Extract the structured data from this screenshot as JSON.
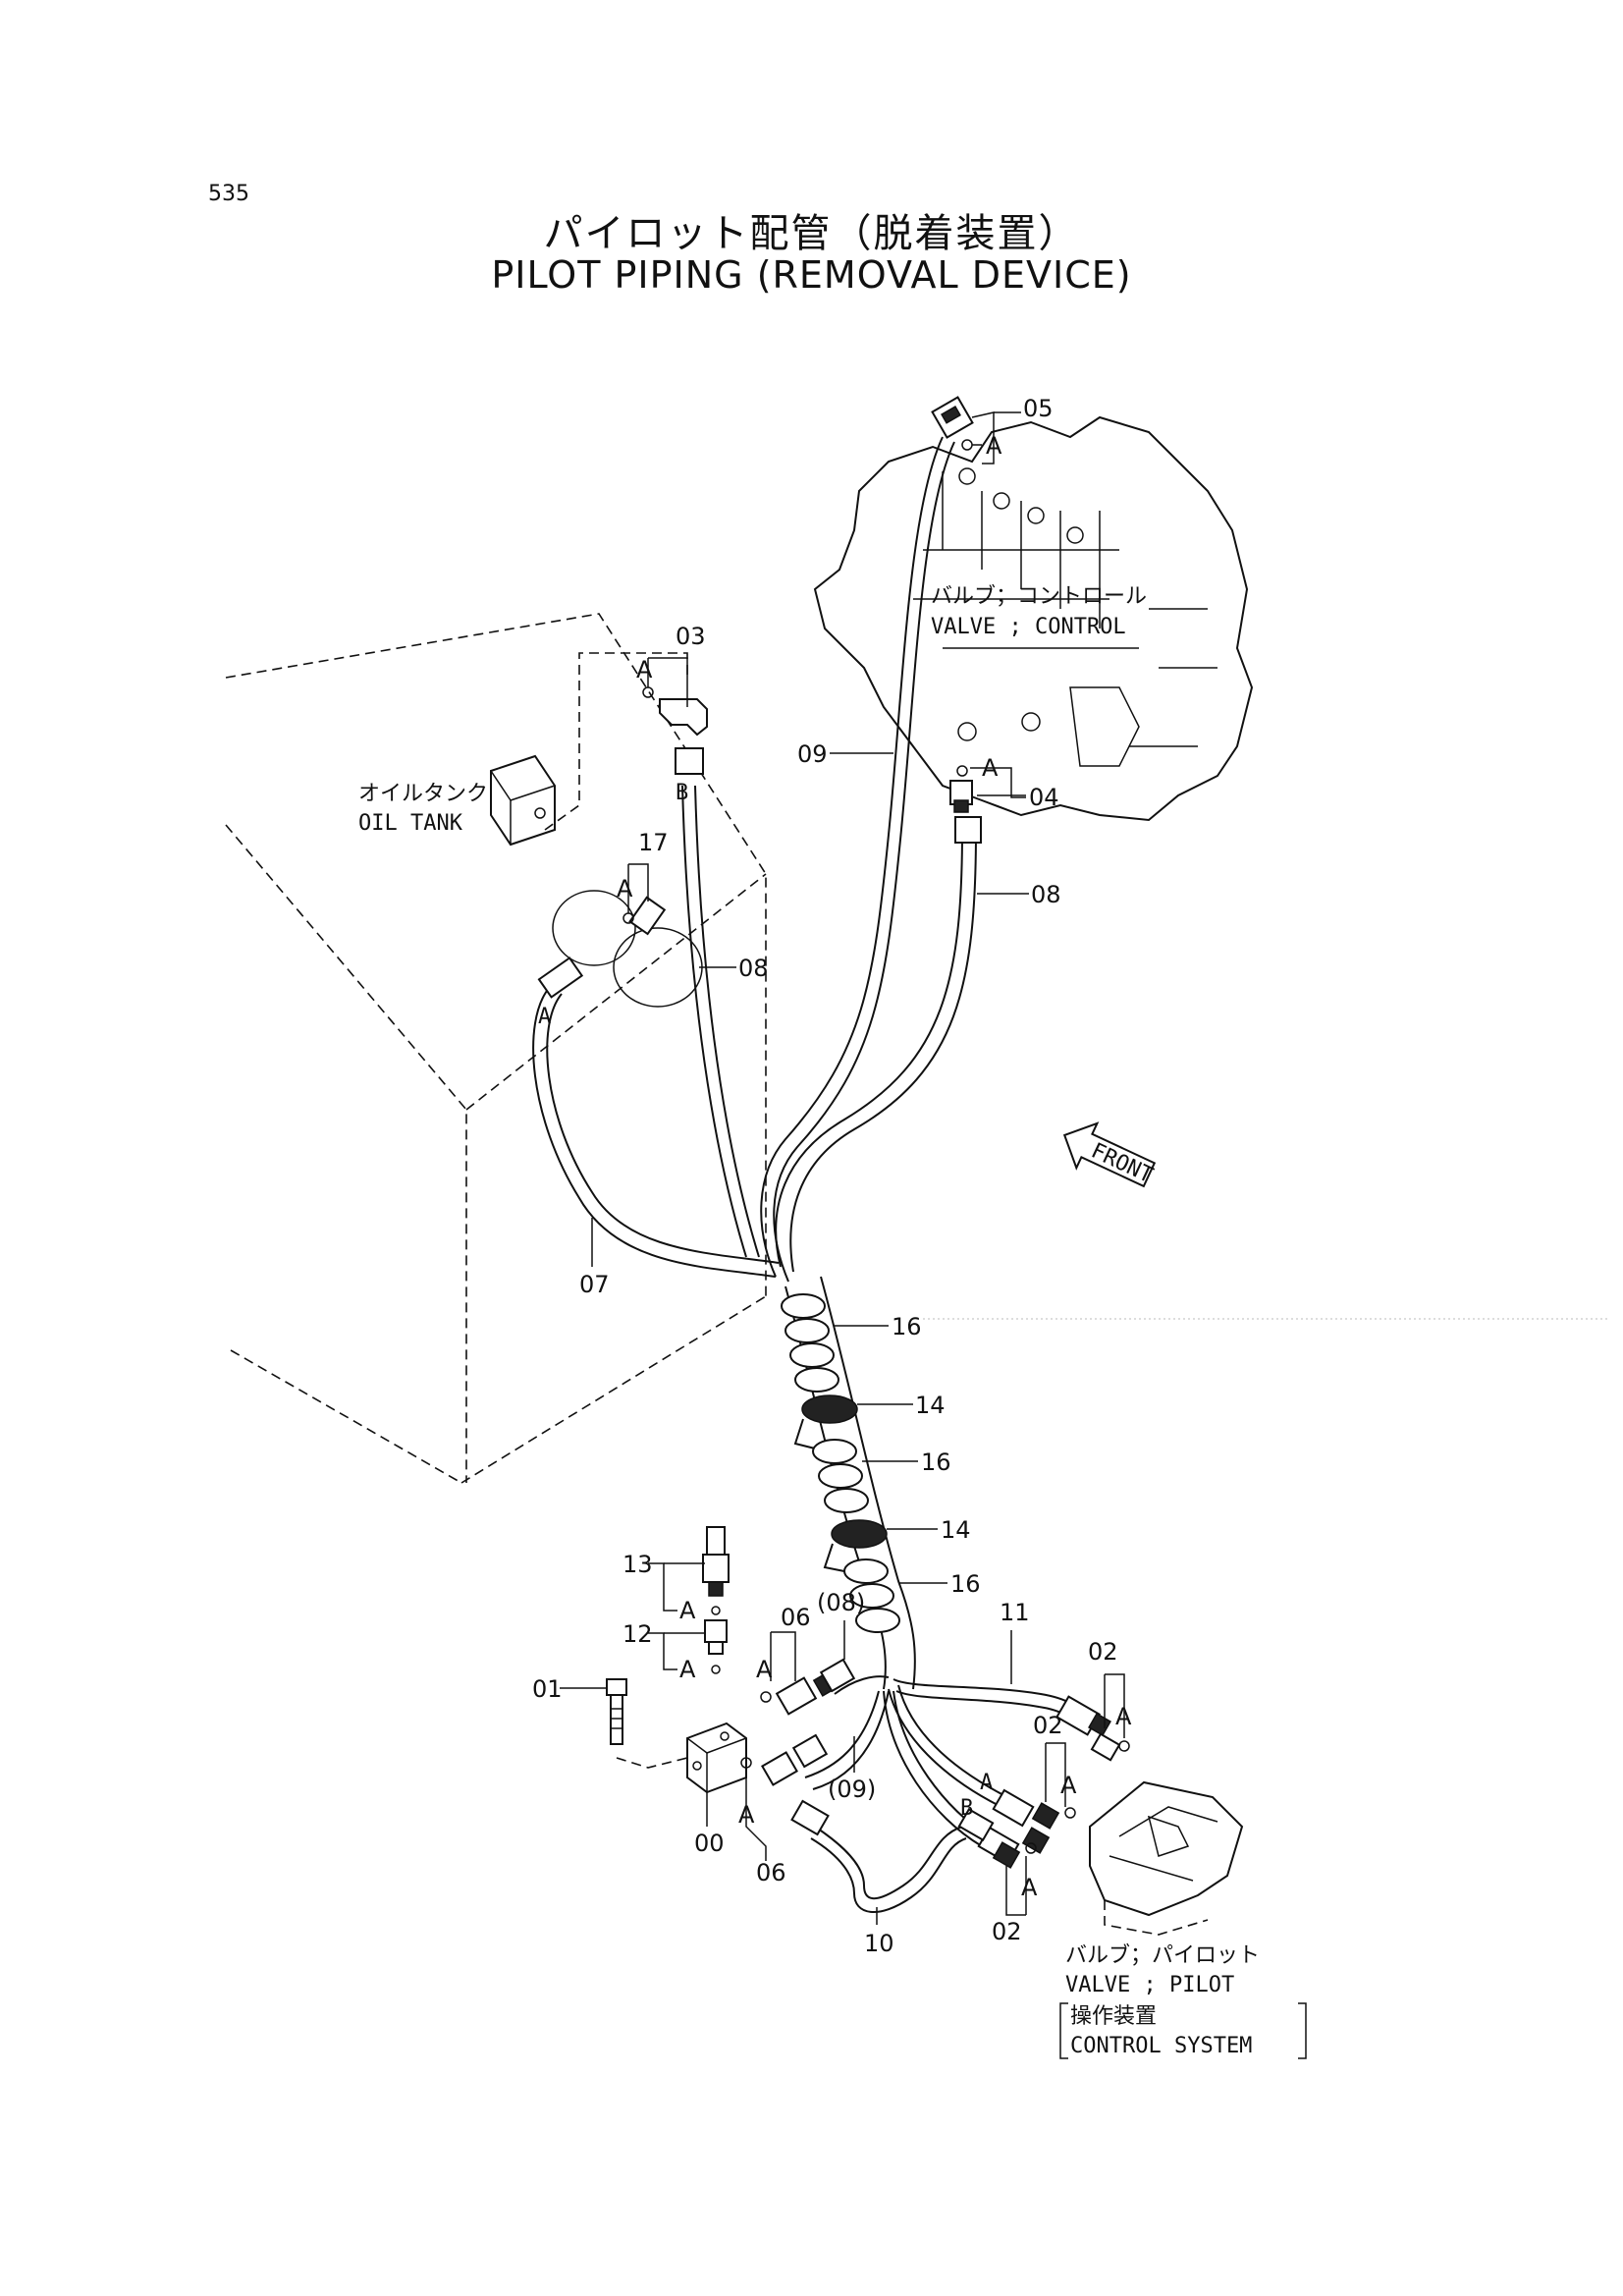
{
  "page_number": "535",
  "title_jp": "パイロット配管（脱着装置）",
  "title_en": "PILOT PIPING (REMOVAL DEVICE)",
  "components": {
    "control_valve_jp": "バルブ；コントロール",
    "control_valve_en": "VALVE ; CONTROL",
    "oil_tank_jp": "オイルタンク",
    "oil_tank_en": "OIL TANK",
    "pilot_valve_jp": "バルブ；パイロット",
    "pilot_valve_en": "VALVE ; PILOT",
    "control_system_jp": "操作装置",
    "control_system_en": "CONTROL SYSTEM",
    "front_arrow": "FRONT"
  },
  "callouts": {
    "p00": "00",
    "p01": "01",
    "p02a": "02",
    "p02b": "02",
    "p02c": "02",
    "p03": "03",
    "p04": "04",
    "p05": "05",
    "p06a": "06",
    "p06b": "06",
    "p07": "07",
    "p08a": "08",
    "p08b": "08",
    "p08c": "(08)",
    "p09a": "09",
    "p09b": "(09)",
    "p10": "10",
    "p11": "11",
    "p12": "12",
    "p13": "13",
    "p14a": "14",
    "p14b": "14",
    "p16a": "16",
    "p16b": "16",
    "p16c": "16",
    "p17": "17"
  },
  "letters": {
    "a": "A",
    "b": "B"
  }
}
